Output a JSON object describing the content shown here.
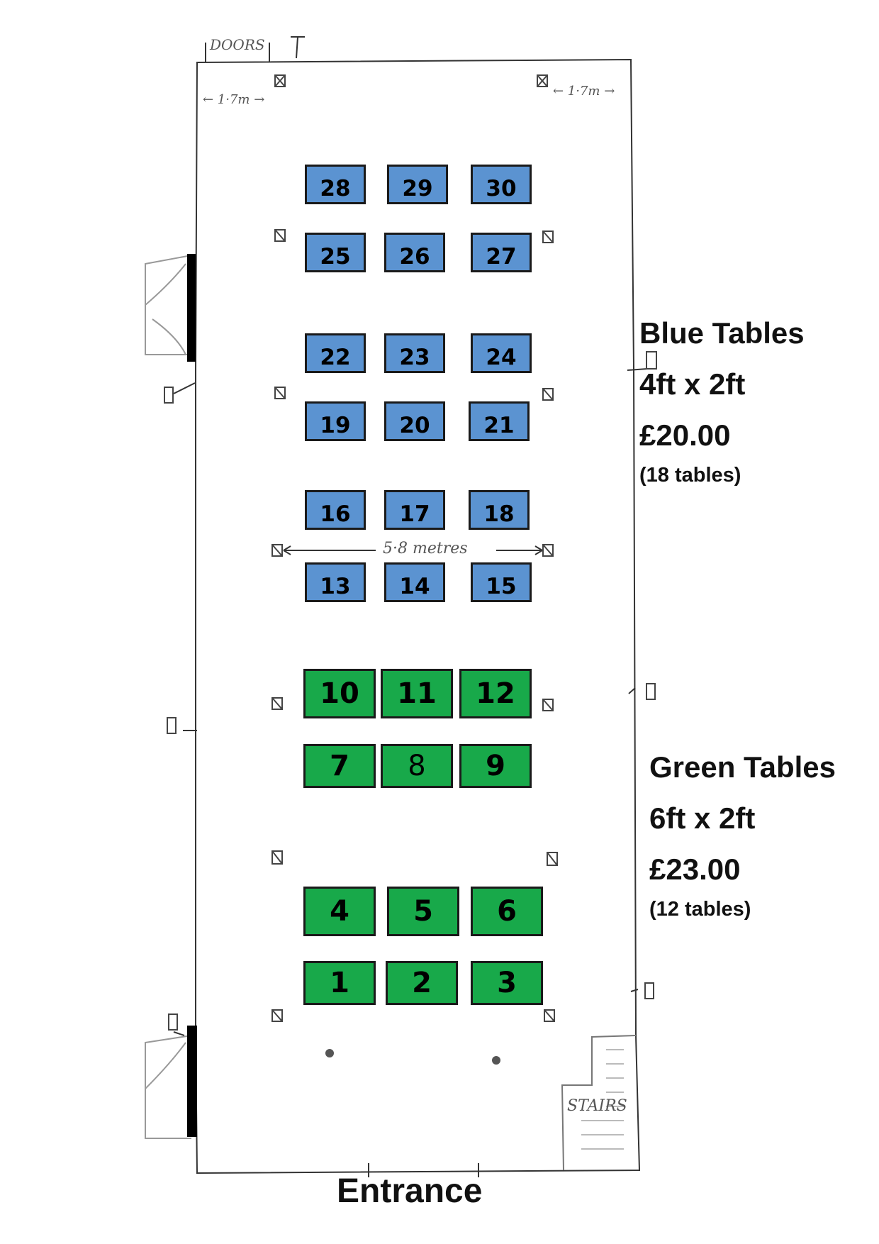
{
  "sketch_labels": {
    "doors": "DOORS",
    "top_left_dim": "← 1·7m →",
    "top_right_dim": "← 1·7m →",
    "width_dim": "5·8 metres",
    "stairs": "STAIRS"
  },
  "blue_info": {
    "title": "Blue Tables",
    "size": "4ft x 2ft",
    "price": "£20.00",
    "count": "(18 tables)"
  },
  "green_info": {
    "title": "Green Tables",
    "size": "6ft x 2ft",
    "price": "£23.00",
    "count": "(12 tables)"
  },
  "entrance": "Entrance",
  "colors": {
    "blue": "#5b93d1",
    "green": "#18a94a"
  },
  "tables": [
    {
      "number": "28",
      "type": "blue"
    },
    {
      "number": "29",
      "type": "blue"
    },
    {
      "number": "30",
      "type": "blue"
    },
    {
      "number": "25",
      "type": "blue"
    },
    {
      "number": "26",
      "type": "blue"
    },
    {
      "number": "27",
      "type": "blue"
    },
    {
      "number": "22",
      "type": "blue"
    },
    {
      "number": "23",
      "type": "blue"
    },
    {
      "number": "24",
      "type": "blue"
    },
    {
      "number": "19",
      "type": "blue"
    },
    {
      "number": "20",
      "type": "blue"
    },
    {
      "number": "21",
      "type": "blue"
    },
    {
      "number": "16",
      "type": "blue"
    },
    {
      "number": "17",
      "type": "blue"
    },
    {
      "number": "18",
      "type": "blue"
    },
    {
      "number": "13",
      "type": "blue"
    },
    {
      "number": "14",
      "type": "blue"
    },
    {
      "number": "15",
      "type": "blue"
    },
    {
      "number": "10",
      "type": "green"
    },
    {
      "number": "11",
      "type": "green"
    },
    {
      "number": "12",
      "type": "green"
    },
    {
      "number": "7",
      "type": "green"
    },
    {
      "number": "8",
      "type": "green"
    },
    {
      "number": "9",
      "type": "green"
    },
    {
      "number": "4",
      "type": "green"
    },
    {
      "number": "5",
      "type": "green"
    },
    {
      "number": "6",
      "type": "green"
    },
    {
      "number": "1",
      "type": "green"
    },
    {
      "number": "2",
      "type": "green"
    },
    {
      "number": "3",
      "type": "green"
    }
  ]
}
